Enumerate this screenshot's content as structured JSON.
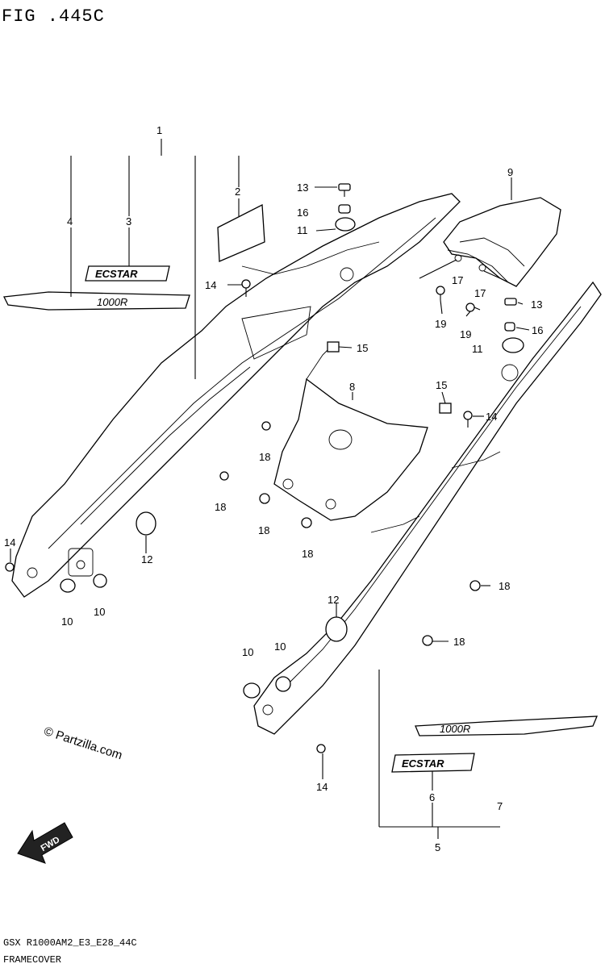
{
  "header": {
    "fig_title": "FIG .445C"
  },
  "watermark": {
    "text": "© Partzilla.com"
  },
  "fwd_badge": {
    "text": "FWD"
  },
  "footer": {
    "code": "GSX R1000AM2_E3_E28_44C",
    "name": "FRAMECOVER"
  },
  "decals": {
    "ecstar": "ECSTAR",
    "model": "1000R"
  },
  "callouts": {
    "c1": "1",
    "c2": "2",
    "c3": "3",
    "c4": "4",
    "c5": "5",
    "c6": "6",
    "c7": "7",
    "c8": "8",
    "c9": "9",
    "c10a": "10",
    "c10b": "10",
    "c10c": "10",
    "c10d": "10",
    "c11a": "11",
    "c11b": "11",
    "c12a": "12",
    "c12b": "12",
    "c13a": "13",
    "c13b": "13",
    "c14a": "14",
    "c14b": "14",
    "c14c": "14",
    "c14d": "14",
    "c15a": "15",
    "c15b": "15",
    "c16a": "16",
    "c16b": "16",
    "c17a": "17",
    "c17b": "17",
    "c18a": "18",
    "c18b": "18",
    "c18c": "18",
    "c18d": "18",
    "c18e": "18",
    "c18f": "18",
    "c19a": "19",
    "c19b": "19"
  }
}
